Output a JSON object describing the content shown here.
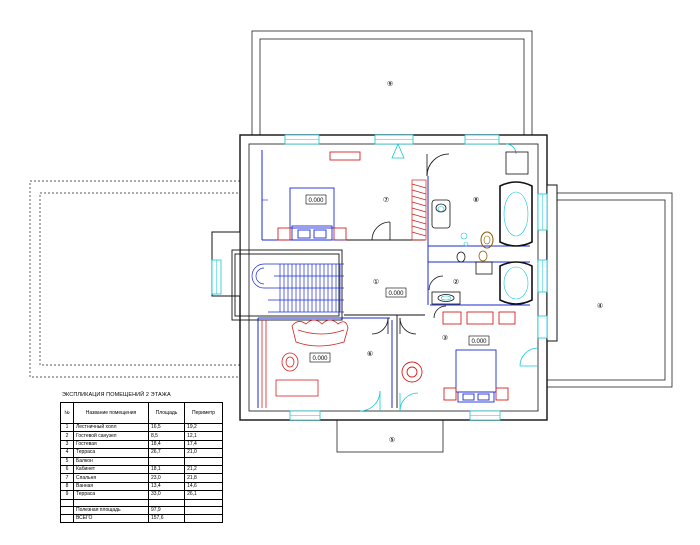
{
  "rooms": {
    "n1": "①",
    "n2": "②",
    "n3": "③",
    "n4": "④",
    "n5": "⑤",
    "n6": "⑥",
    "n7": "⑦",
    "n8": "⑧",
    "n9": "⑨"
  },
  "levels": {
    "bedroom_left": "0.000",
    "hall": "0.000",
    "cabinet": "0.000",
    "bedroom_right": "0.000"
  },
  "table": {
    "title": "ЭКСПЛИКАЦИЯ ПОМЕЩЕНИЙ 2 ЭТАЖА",
    "headers": [
      "№",
      "Название помещения",
      "Площадь",
      "Периметр"
    ],
    "rows": [
      [
        "1",
        "Лестничный холл",
        "16,5",
        "19,2"
      ],
      [
        "2",
        "Гостевой санузел",
        "8,5",
        "12,1"
      ],
      [
        "3",
        "Гостевая",
        "18,4",
        "17,4"
      ],
      [
        "4",
        "Терраса",
        "26,7",
        "21,0"
      ],
      [
        "5",
        "Балкон",
        "",
        ""
      ],
      [
        "6",
        "Кабинет",
        "18,1",
        "21,2"
      ],
      [
        "7",
        "Спальня",
        "23,0",
        "21,8"
      ],
      [
        "8",
        "Ванная",
        "13,4",
        "14,6"
      ],
      [
        "9",
        "Терраса",
        "33,0",
        "26,1"
      ]
    ],
    "total_label": "Полезная площадь",
    "total_value": "97,9",
    "all_label": "ВСЕГО",
    "all_value": "157,6"
  }
}
